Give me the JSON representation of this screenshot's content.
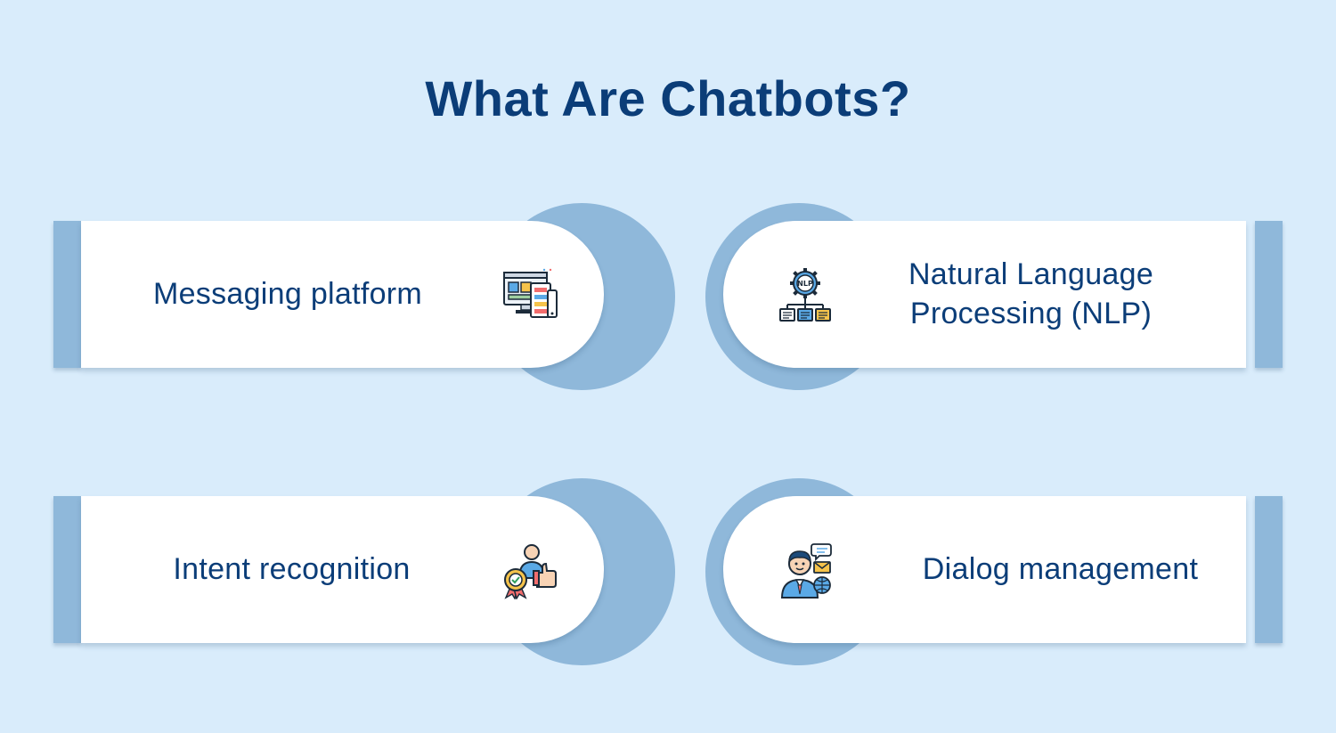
{
  "title": "What Are Chatbots?",
  "items": [
    {
      "label": "Messaging platform",
      "icon": "devices-dashboard-icon"
    },
    {
      "label": "Natural Language Processing (NLP)",
      "label_line1": "Natural Language",
      "label_line2": "Processing (NLP)",
      "icon": "nlp-gear-icon",
      "icon_text": "NLP"
    },
    {
      "label": "Intent recognition",
      "icon": "person-badge-thumbs-up-icon"
    },
    {
      "label": "Dialog management",
      "icon": "agent-chat-globe-icon"
    }
  ],
  "colors": {
    "background": "#d9ecfb",
    "accent": "#8fb8da",
    "text": "#0b3d78",
    "card": "#ffffff"
  }
}
